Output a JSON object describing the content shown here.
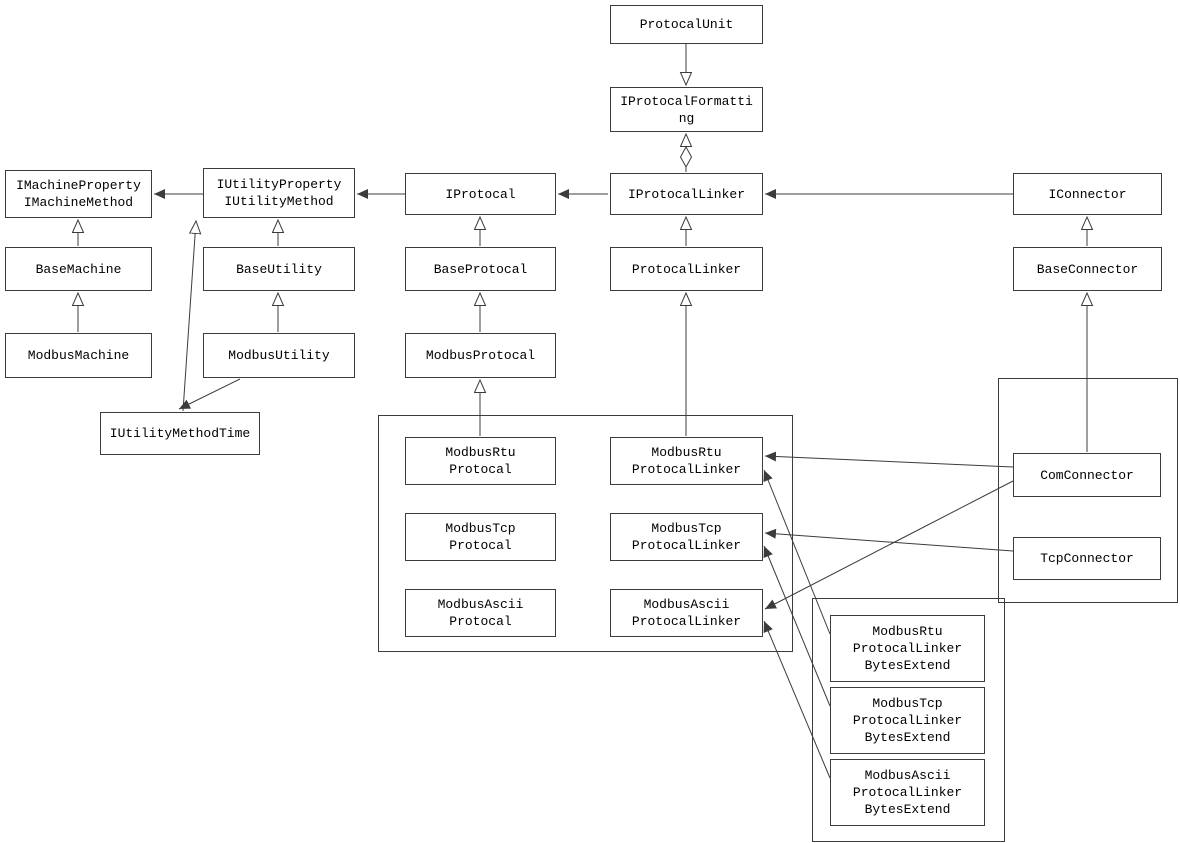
{
  "diagram": {
    "nodes": {
      "protocal_unit": "ProtocalUnit",
      "iprotocal_formatting": "IProtocalFormatti\nng",
      "imachine_property": "IMachineProperty\nIMachineMethod",
      "iutility_property": "IUtilityProperty\nIUtilityMethod",
      "iprotocal": "IProtocal",
      "iprotocal_linker": "IProtocalLinker",
      "iconnector": "IConnector",
      "base_machine": "BaseMachine",
      "base_utility": "BaseUtility",
      "base_protocal": "BaseProtocal",
      "protocal_linker": "ProtocalLinker",
      "base_connector": "BaseConnector",
      "modbus_machine": "ModbusMachine",
      "modbus_utility": "ModbusUtility",
      "modbus_protocal": "ModbusProtocal",
      "iutility_method_time": "IUtilityMethodTime",
      "modbus_rtu_protocal": "ModbusRtu\nProtocal",
      "modbus_rtu_protocal_linker": "ModbusRtu\nProtocalLinker",
      "modbus_tcp_protocal": "ModbusTcp\nProtocal",
      "modbus_tcp_protocal_linker": "ModbusTcp\nProtocalLinker",
      "modbus_ascii_protocal": "ModbusAscii\nProtocal",
      "modbus_ascii_protocal_linker": "ModbusAscii\nProtocalLinker",
      "com_connector": "ComConnector",
      "tcp_connector": "TcpConnector",
      "modbus_rtu_bytes_extend": "ModbusRtu\nProtocalLinker\nBytesExtend",
      "modbus_tcp_bytes_extend": "ModbusTcp\nProtocalLinker\nBytesExtend",
      "modbus_ascii_bytes_extend": "ModbusAscii\nProtocalLinker\nBytesExtend"
    },
    "edges": [
      {
        "from": "ProtocalUnit",
        "to": "IProtocalFormatting",
        "style": "hollow-triangle"
      },
      {
        "from": "IProtocalLinker",
        "to": "IProtocalFormatting",
        "style": "hollow-triangle-with-diamond"
      },
      {
        "from": "IProtocalLinker",
        "to": "IProtocal",
        "style": "filled-arrow"
      },
      {
        "from": "IProtocal",
        "to": "IUtilityProperty/IUtilityMethod",
        "style": "filled-arrow"
      },
      {
        "from": "IUtilityProperty/IUtilityMethod",
        "to": "IMachineProperty/IMachineMethod",
        "style": "filled-arrow"
      },
      {
        "from": "IConnector",
        "to": "IProtocalLinker",
        "style": "filled-arrow"
      },
      {
        "from": "BaseMachine",
        "to": "IMachineProperty/IMachineMethod",
        "style": "hollow-triangle"
      },
      {
        "from": "ModbusMachine",
        "to": "BaseMachine",
        "style": "hollow-triangle"
      },
      {
        "from": "BaseUtility",
        "to": "IUtilityProperty/IUtilityMethod",
        "style": "hollow-triangle"
      },
      {
        "from": "ModbusUtility",
        "to": "BaseUtility",
        "style": "hollow-triangle"
      },
      {
        "from": "BaseProtocal",
        "to": "IProtocal",
        "style": "hollow-triangle"
      },
      {
        "from": "ModbusProtocal",
        "to": "BaseProtocal",
        "style": "hollow-triangle"
      },
      {
        "from": "ProtocalLinker",
        "to": "IProtocalLinker",
        "style": "hollow-triangle"
      },
      {
        "from": "BaseConnector",
        "to": "IConnector",
        "style": "hollow-triangle"
      },
      {
        "from": "ModbusRtuProtocal",
        "to": "ModbusProtocal",
        "style": "hollow-triangle"
      },
      {
        "from": "ModbusRtuProtocalLinker",
        "to": "ProtocalLinker",
        "style": "hollow-triangle"
      },
      {
        "from": "ComConnector",
        "to": "BaseConnector",
        "style": "hollow-triangle"
      },
      {
        "from": "ComConnector",
        "to": "ModbusRtuProtocalLinker",
        "style": "filled-arrow"
      },
      {
        "from": "ComConnector",
        "to": "ModbusAsciiProtocalLinker",
        "style": "filled-arrow"
      },
      {
        "from": "TcpConnector",
        "to": "ModbusTcpProtocalLinker",
        "style": "filled-arrow"
      },
      {
        "from": "ModbusRtuProtocalLinkerBytesExtend",
        "to": "ModbusRtuProtocalLinker",
        "style": "filled-arrow"
      },
      {
        "from": "ModbusTcpProtocalLinkerBytesExtend",
        "to": "ModbusTcpProtocalLinker",
        "style": "filled-arrow"
      },
      {
        "from": "ModbusAsciiProtocalLinkerBytesExtend",
        "to": "ModbusAsciiProtocalLinker",
        "style": "filled-arrow"
      },
      {
        "from": "IUtilityMethodTime",
        "to": "IUtilityProperty/IUtilityMethod",
        "style": "hollow-triangle"
      },
      {
        "from": "ModbusUtility",
        "to": "IUtilityMethodTime",
        "style": "filled-arrow"
      }
    ],
    "colors": {
      "line": "#3c3c3c",
      "border": "#3c3c3c",
      "background": "#ffffff",
      "text": "#000000"
    }
  }
}
